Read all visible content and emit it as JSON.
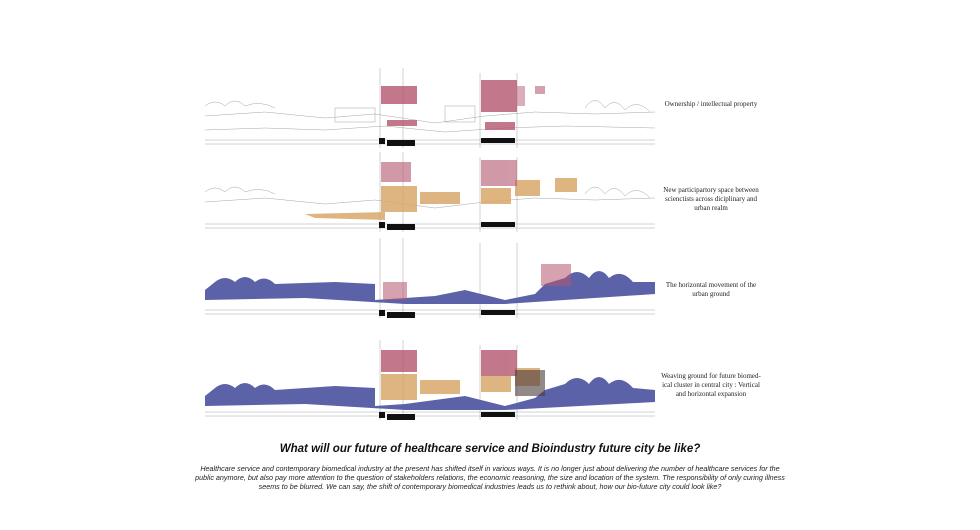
{
  "sections": [
    {
      "caption": "Ownership /  intellectual property"
    },
    {
      "caption": "New participartory space between scienctists across diciplinary and urban realm"
    },
    {
      "caption": "The horizontal movement of the urban ground"
    },
    {
      "caption": "Weaving ground for future biomed-ical cluster in central city :  Vertical and horizontal expansion"
    }
  ],
  "title": "What will our future of healthcare service and Bioindustry future city be like?",
  "body": "Healthcare service and contemporary biomedical industry at the present has shifted itself in various ways. It is no longer just about delivering the number of healthcare services for the public anymore, but also pay more attention to the question of stakeholders relations, the economic reasoning, the size and location of the system. The responsibility of only curing illness seems to be blurred. We can say, the shift of contemporary biomedical industries leads us to rethink about, how our bio-future city could look like?",
  "colors": {
    "pink": "#b4566e",
    "orange": "#d9a86a",
    "blue": "#5b62a8",
    "line": "#8a8f99"
  }
}
